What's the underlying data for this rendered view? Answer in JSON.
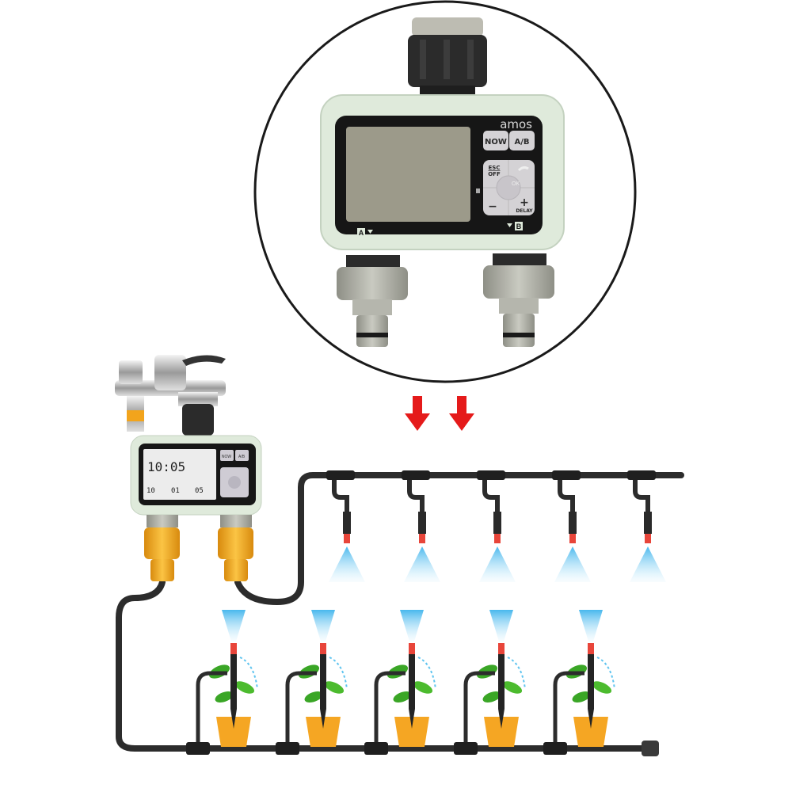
{
  "device": {
    "brand": "amos",
    "buttons": {
      "now": "NOW",
      "ab": "A/B",
      "esc": "ESC",
      "off": "OFF",
      "ok": "OK",
      "minus": "−",
      "plus": "+",
      "delay": "DELAY"
    },
    "outlet_a": "A",
    "outlet_b": "B"
  },
  "small_device": {
    "time": "10:05",
    "values": [
      "10",
      "01",
      "05"
    ],
    "buttons": {
      "now": "NOW",
      "ab": "A/B"
    }
  },
  "colors": {
    "body": "#dfeadb",
    "bezel": "#161616",
    "lcd": "#9c9a8a",
    "connector_grey": "#a9aaa0",
    "connector_orange": "#f2a41c",
    "arrow": "#e51a1a",
    "pipe": "#2c2c2c",
    "nozzle": "#e8453a",
    "spray": "#5fc4ef",
    "pot": "#f5a623",
    "leaf": "#3aa626"
  }
}
